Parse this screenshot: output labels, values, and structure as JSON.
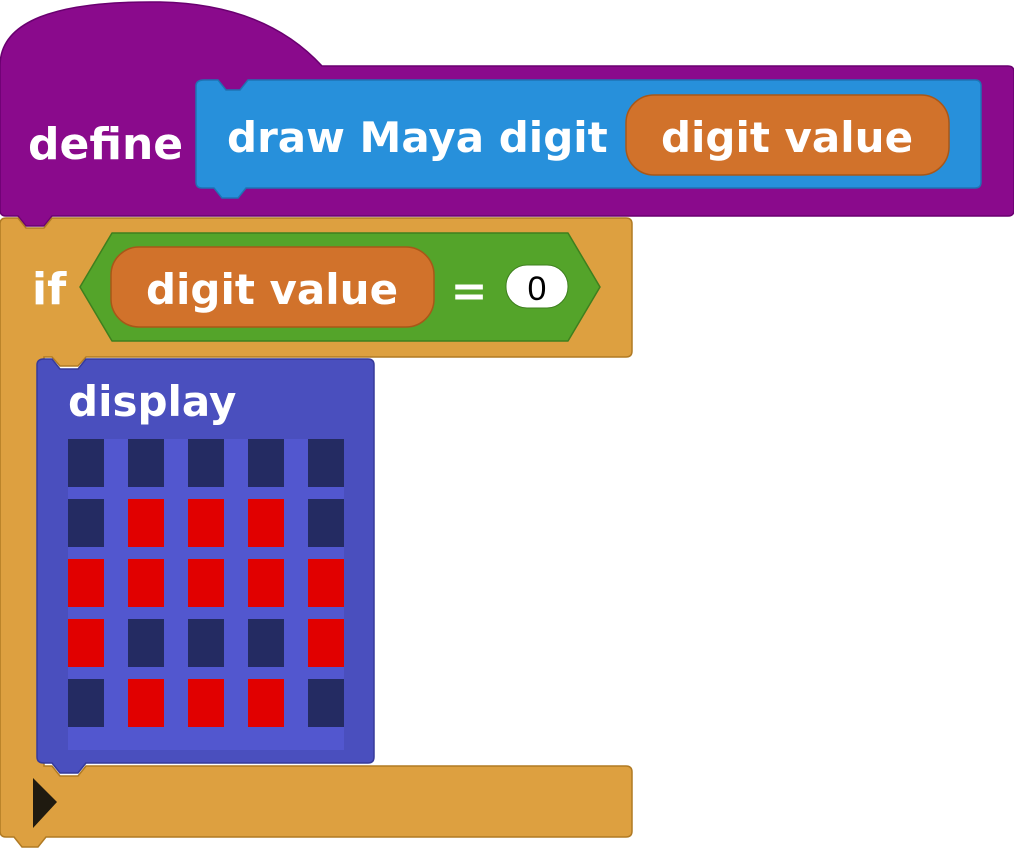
{
  "define_block": {
    "keyword": "define",
    "procedure_name": "draw Maya digit",
    "param": "digit value",
    "color": "#8A0A8C"
  },
  "if_block": {
    "keyword": "if",
    "condition": {
      "left": "digit value",
      "operator": "=",
      "right": "0"
    },
    "color": "#DDA040",
    "condition_color": "#54A42A",
    "param_color": "#D1722B"
  },
  "display_block": {
    "label": "display",
    "color": "#4A4FBE",
    "on_color": "#E10000",
    "off_color": "#242B62",
    "grid": [
      [
        0,
        0,
        0,
        0,
        0
      ],
      [
        0,
        1,
        1,
        1,
        0
      ],
      [
        1,
        1,
        1,
        1,
        1
      ],
      [
        1,
        0,
        0,
        0,
        1
      ],
      [
        0,
        1,
        1,
        1,
        0
      ]
    ]
  },
  "icons": {
    "expand": "triangle-right-icon"
  }
}
